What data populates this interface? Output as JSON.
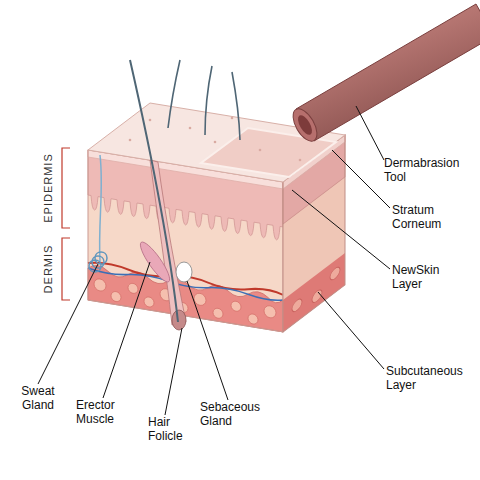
{
  "diagram": {
    "labels": [
      "EPIDERMIS",
      "DERMIS",
      "Dermabrasion Tool",
      "Stratum Corneum",
      "NewSkin Layer",
      "Subcutaneous Layer",
      "Sweat Gland",
      "Erector Muscle",
      "Hair Folicle",
      "Sebaceous Gland"
    ]
  }
}
